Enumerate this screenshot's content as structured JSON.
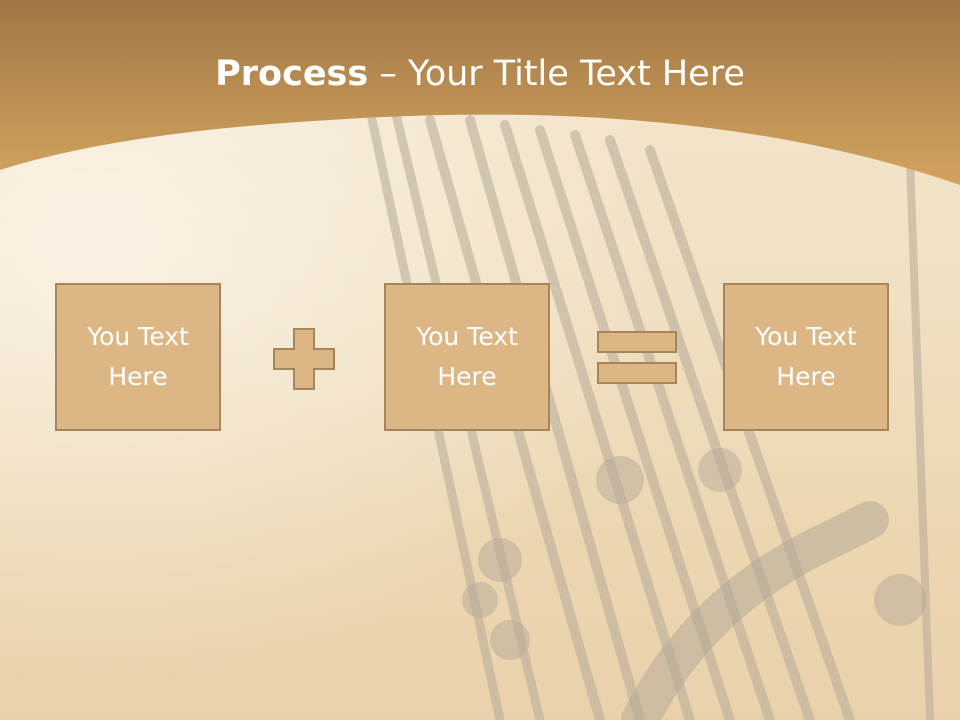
{
  "slide": {
    "title_bold": "Process",
    "title_rest": " – Your Title Text Here",
    "steps": [
      {
        "text": "You Text Here"
      },
      {
        "text": "You Text Here"
      },
      {
        "text": "You Text Here"
      }
    ],
    "operators": [
      "plus-icon",
      "equals-icon"
    ]
  },
  "colors": {
    "header_band": "#c99a55",
    "box_fill": "#dcb785",
    "box_border": "#a7855a",
    "title_text": "#ffffff"
  }
}
